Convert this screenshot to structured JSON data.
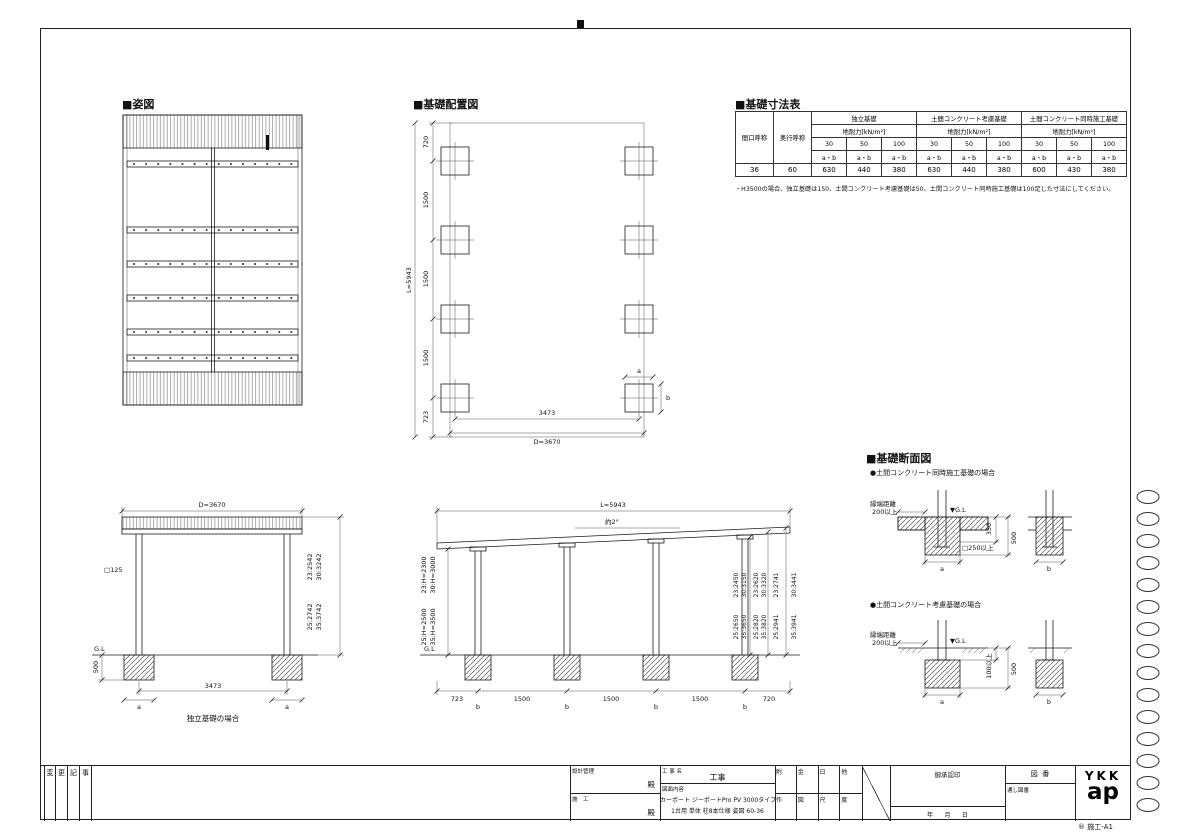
{
  "sections": {
    "plan_title": "■姿図",
    "layout_title": "■基礎配置図",
    "table_title": "■基礎寸法表",
    "detail_title": "■基礎断面図"
  },
  "layout": {
    "d720": "720",
    "d1500a": "1500",
    "d1500b": "1500",
    "d1500c": "1500",
    "d723": "723",
    "overall": "L=5943",
    "inner_w": "3473",
    "outer_w": "D=3670",
    "a": "a",
    "b": "b"
  },
  "table": {
    "maguchi": "間口呼称",
    "okuyuki": "奥行呼称",
    "g1": "独立基礎",
    "g2": "土間コンクリート考慮基礎",
    "g3": "土間コンクリート同時施工基礎",
    "sub": "地耐力[kN/m²]",
    "l30": "30",
    "l50": "50",
    "l100": "100",
    "ab": "a・b",
    "r_maguchi": "36",
    "r_okuyuki": "60",
    "g1v": [
      "630",
      "440",
      "380"
    ],
    "g2v": [
      "630",
      "440",
      "380"
    ],
    "g3v": [
      "600",
      "430",
      "380"
    ],
    "note": "・H3500の場合、独立基礎は150、土間コンクリート考慮基礎は50、土間コンクリート同時施工基礎は100足した寸法にしてください。"
  },
  "front": {
    "top_w": "D=3670",
    "post": "□125",
    "gl": "G.L",
    "depth": "500",
    "bottom_w": "3473",
    "a1": "a",
    "a2": "a",
    "caption": "独立基礎の場合",
    "h": [
      "23:2542",
      "25:2742",
      "30:3242",
      "35:3742"
    ]
  },
  "side": {
    "top_l": "L=5943",
    "slope": "約2°",
    "gl": "G.L",
    "c723": "723",
    "c1500a": "1500",
    "c1500b": "1500",
    "c1500c": "1500",
    "c720": "720",
    "b": "b",
    "h": [
      "23:H=2300",
      "25:H=2500",
      "30:H=3000",
      "35:H=3500"
    ],
    "r1": [
      "23:2450",
      "25:2650",
      "30:3150",
      "35:3650"
    ],
    "r2": [
      "23:2620",
      "25:2820",
      "30:3320",
      "35:3820"
    ],
    "r3": [
      "23:2741",
      "25:2941",
      "30:3441",
      "35:3941"
    ]
  },
  "details": {
    "d1_title": "●土間コンクリート同時施工基礎の場合",
    "d2_title": "●土間コンクリート考慮基礎の場合",
    "edge": "縁端距離",
    "edge_min": "200以上",
    "gl": "▼G.L",
    "d1_350": "350",
    "d1_500": "500",
    "d1_min": "□250以上",
    "d2_100": "100以上",
    "d2_500": "500",
    "a": "a",
    "b": "b"
  },
  "title_block": {
    "rev_chars": [
      "変",
      "更",
      "記",
      "事"
    ],
    "design_label": "設計管理",
    "build_label": "施　工",
    "dono": "殿",
    "project_label": "工 事 名",
    "project": "工事",
    "content_label": "図面内容",
    "content_line1": "カーポート ジーポートPro PV 3000タイプ",
    "content_line2": "1台用 単体 柱8本仕様 姿図 60-36",
    "grid1": [
      "附",
      "金",
      "日",
      "他"
    ],
    "grid2": [
      "作",
      "図",
      "尺",
      "度"
    ],
    "approval": "御承認印",
    "date": "年      月      日",
    "no_label": "図  番",
    "serial_label": "通し図番",
    "logo_top": "YKK",
    "logo_bottom": "ap",
    "doc_code": "® 施工-A1"
  }
}
